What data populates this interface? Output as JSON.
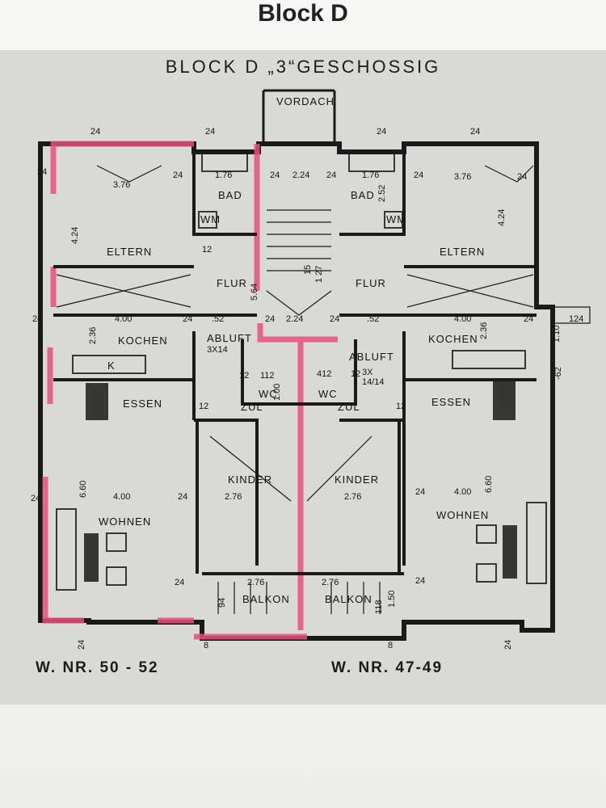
{
  "heading": "Block D",
  "plan_title": "BLOCK D „3“GESCHOSSIG",
  "units": {
    "left": "W. NR. 50 - 52",
    "right": "W. NR. 47-49"
  },
  "colors": {
    "wall": "#1a1a1a",
    "highlight": "#e8507e",
    "paper": "#d9d9d6"
  },
  "rooms": {
    "vordach": "VORDACH",
    "bad": "BAD",
    "flur": "FLUR",
    "eltern": "ELTERN",
    "kochen": "KOCHEN",
    "essen": "ESSEN",
    "wohnen": "WOHNEN",
    "kinder": "KINDER",
    "balkon": "BALKON",
    "wc": "WC",
    "abluft": "ABLUFT",
    "zul": "ZUL",
    "wm": "WM",
    "k": "K"
  },
  "dims": {
    "d24": "24",
    "d376": "3.76",
    "d176": "1.76",
    "d224": "2.24",
    "d424": "4.24",
    "d400": "4.00",
    "d236": "2.36",
    "d660": "6.60",
    "d276": "2.76",
    "d252": "2.52",
    "d12": "12",
    "d52": ".52",
    "d564": "5.64",
    "d3x14": "3X14",
    "d14_14": "14/14",
    "d3x": "3X",
    "d112": "112",
    "d412": "412",
    "d100": "1.00",
    "d110": "1.10",
    "d124": "124",
    "d8": "8",
    "d62": "-62",
    "d94": "94",
    "d150": "1.50",
    "d118": "118",
    "d15": "15",
    "d127": "1 27"
  }
}
